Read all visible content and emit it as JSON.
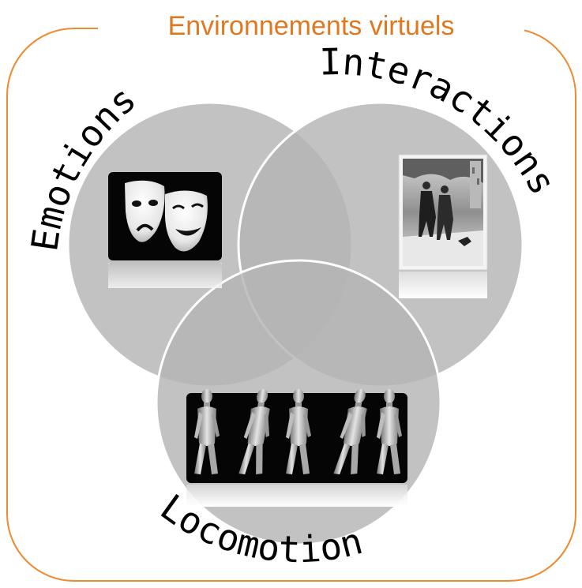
{
  "frame": {
    "title": "Environnements virtuels",
    "border_color": "#ee8a2f"
  },
  "circles": {
    "fill": "#b5b5b5",
    "opacity": 0.82,
    "stroke": "#ffffff"
  },
  "sets": [
    {
      "key": "emotions",
      "label": "Emotions",
      "image": "theatre-masks-image"
    },
    {
      "key": "interactions",
      "label": "Interactions",
      "image": "walking-couple-photo"
    },
    {
      "key": "locomotion",
      "label": "Locomotion",
      "image": "walking-figures-sequence"
    }
  ]
}
